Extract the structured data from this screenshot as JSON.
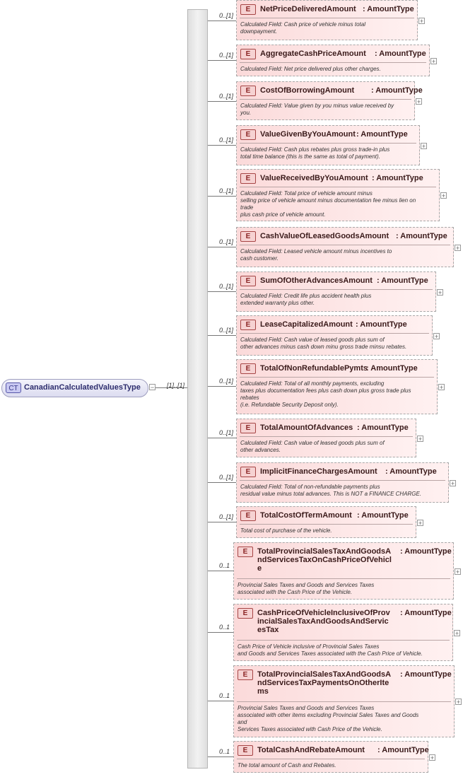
{
  "complex_type": {
    "badge": "CT",
    "name": "CanadianCalculatedValuesType",
    "collapse_symbol": "−",
    "occurrence": "[1]..[1]"
  },
  "expand_symbol": "+",
  "elements": [
    {
      "badge": "E",
      "occurrence": "0..[1]",
      "name": "NetPriceDeliveredAmount",
      "type": ": AmountType",
      "doc": "Calculated Field: Cash price of vehicle minus total\ndownpayment."
    },
    {
      "badge": "E",
      "occurrence": "0..[1]",
      "name": "AggregateCashPriceAmount",
      "type": ": AmountType",
      "doc": "Calculated Field: Net price delivered plus other charges."
    },
    {
      "badge": "E",
      "occurrence": "0..[1]",
      "name": "CostOfBorrowingAmount",
      "type": ": AmountType",
      "doc": "Calculated Field: Value given by you minus value received by\nyou."
    },
    {
      "badge": "E",
      "occurrence": "0..[1]",
      "name": "ValueGivenByYouAmount",
      "type": ": AmountType",
      "doc": "Calculated Field: Cash plus rebates plus gross trade-in plus\ntotal time balance (this is the same as total of payment)."
    },
    {
      "badge": "E",
      "occurrence": "0..[1]",
      "name": "ValueReceivedByYouAmount",
      "type": ": AmountType",
      "doc": "Calculated Field: Total price of vehicle amount minus\nselling price of vehicle amount minus documentation fee minus lien on\ntrade\nplus cash price of vehicle amount."
    },
    {
      "badge": "E",
      "occurrence": "0..[1]",
      "name": "CashValueOfLeasedGoodsAmount",
      "type": ": AmountType",
      "doc": "Calculated Field: Leased vehicle amount minus incentives to\ncash customer."
    },
    {
      "badge": "E",
      "occurrence": "0..[1]",
      "name": "SumOfOtherAdvancesAmount",
      "type": ": AmountType",
      "doc": "Calculated Field: Credit life plus accident health plus\nextended warranty plus other."
    },
    {
      "badge": "E",
      "occurrence": "0..[1]",
      "name": "LeaseCapitalizedAmount",
      "type": ": AmountType",
      "doc": "Calculated Field: Cash value of leased goods plus sum of\nother advances minus cash down minu gross trade minsu rebates."
    },
    {
      "badge": "E",
      "occurrence": "0..[1]",
      "name": "TotalOfNonRefundablePymts",
      "type": ": AmountType",
      "doc": "Calculated Field: Total of all monthly payments, excluding\ntaxes plus documentation fees plus cash down plus gross trade plus\nrebates\n(i.e. Refundable Security Deposit only)."
    },
    {
      "badge": "E",
      "occurrence": "0..[1]",
      "name": "TotalAmountOfAdvances",
      "type": ": AmountType",
      "doc": "Calculated Field: Cash value of leased goods plus sum of\nother advances."
    },
    {
      "badge": "E",
      "occurrence": "0..[1]",
      "name": "ImplicitFinanceChargesAmount",
      "type": ": AmountType",
      "doc": "Calculated Field: Total of non-refundable payments plus\nresidual value minus total advances. This is NOT a FINANCE CHARGE."
    },
    {
      "badge": "E",
      "occurrence": "0..[1]",
      "name": "TotalCostOfTermAmount",
      "type": ": AmountType",
      "doc": "Total cost of purchase of the vehicle."
    },
    {
      "badge": "E",
      "occurrence": "0..1",
      "name": "TotalProvincialSalesTaxAndGoodsA\nndServicesTaxOnCashPriceOfVehicl\ne",
      "type": ": AmountType",
      "doc": "Provincial Sales Taxes and Goods and Services Taxes\nassociated with the Cash Price of the Vehicle."
    },
    {
      "badge": "E",
      "occurrence": "0..1",
      "name": "CashPriceOfVehicleInclusiveOfProv\nincialSalesTaxAndGoodsAndServic\nesTax",
      "type": ": AmountType",
      "doc": "Cash Price of Vehicle inclusive of Provincial Sales Taxes\nand Goods and Services Taxes associated with the Cash Price of Vehicle."
    },
    {
      "badge": "E",
      "occurrence": "0..1",
      "name": "TotalProvincialSalesTaxAndGoodsA\nndServicesTaxPaymentsOnOtherIte\nms",
      "type": ": AmountType",
      "doc": "Provincial Sales Taxes and Goods and Services Taxes\nassociated with other items excluding Provincial Sales Taxes and Goods\nand\nServices Taxes associated with Cash Price of the Vehicle."
    },
    {
      "badge": "E",
      "occurrence": "0..1",
      "name": "TotalCashAndRebateAmount",
      "type": ": AmountType",
      "doc": "The total amount of Cash and Rebates."
    }
  ]
}
